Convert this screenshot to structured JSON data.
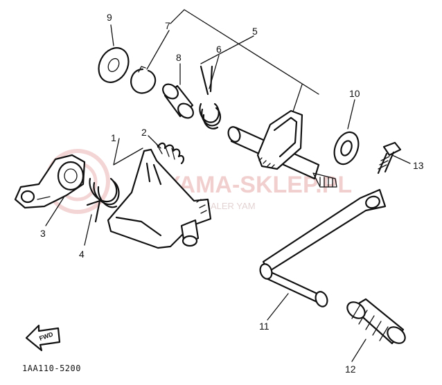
{
  "diagram_code": "1AA110-5200",
  "forward_arrow_label": "FWD",
  "watermark": {
    "main": "YAMA-SKLEP.PL",
    "sub": "OWICZ | DEALER YAM"
  },
  "part_numbers": [
    "1",
    "2",
    "3",
    "4",
    "5",
    "6",
    "7",
    "8",
    "9",
    "10",
    "11",
    "12",
    "13"
  ]
}
